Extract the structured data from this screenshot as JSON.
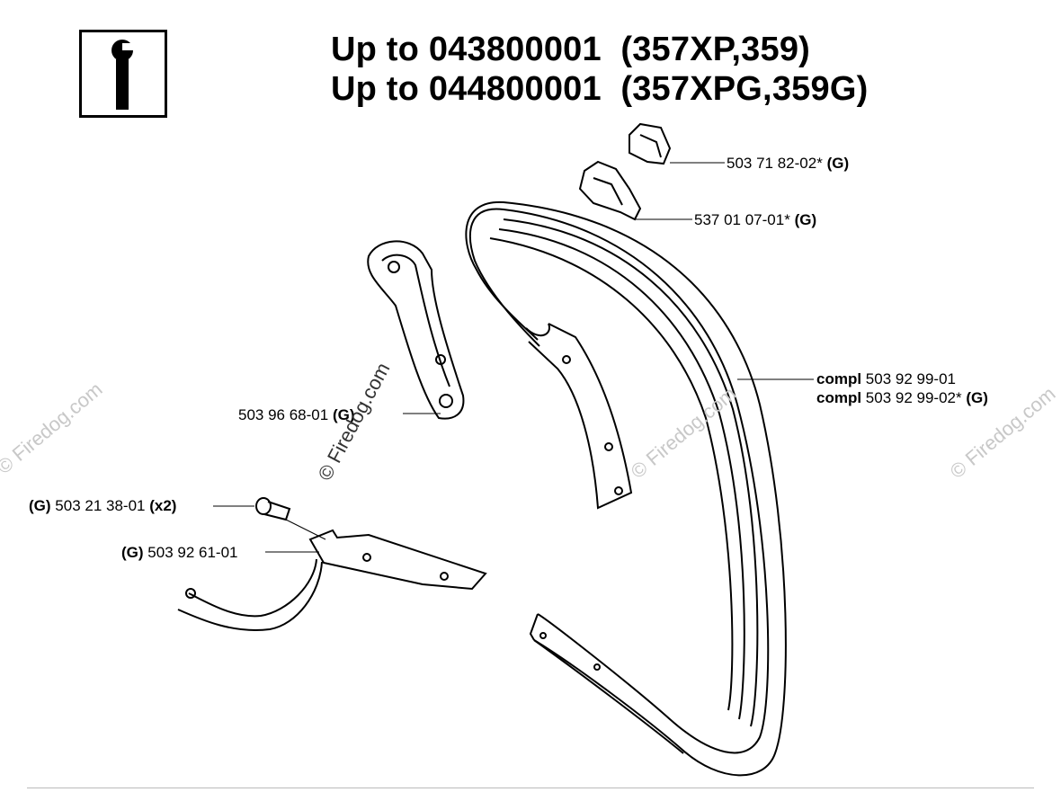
{
  "header": {
    "info_icon": "wrench-info-icon",
    "title_line1": "Up to 043800001  (357XP,359)",
    "title_line2": "Up to 044800001  (357XPG,359G)"
  },
  "callouts": {
    "p1": {
      "number": "503 71 82-02*",
      "suffix": "(G)"
    },
    "p2": {
      "number": "537 01 07-01*",
      "suffix": "(G)"
    },
    "p3a": {
      "prefix": "compl",
      "number": "503 92 99-01"
    },
    "p3b": {
      "prefix": "compl",
      "number": "503 92 99-02*",
      "suffix": "(G)"
    },
    "p4": {
      "number": "503 96 68-01",
      "suffix": "(G)"
    },
    "p5": {
      "prefix": "(G)",
      "number": "503 21 38-01",
      "suffix": "(x2)"
    },
    "p6": {
      "prefix": "(G)",
      "number": "503 92 61-01"
    }
  },
  "watermarks": {
    "brand": "© Firedog.com",
    "brand_short": "Firedog.com"
  }
}
